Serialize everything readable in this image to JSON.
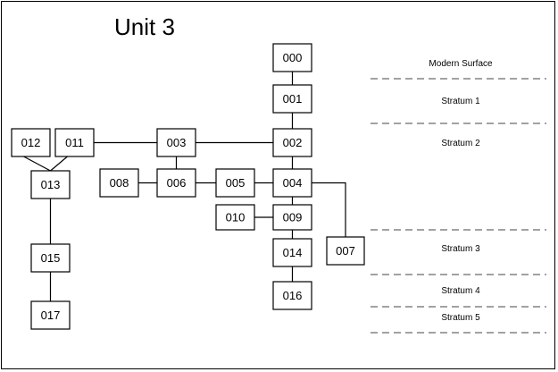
{
  "diagram": {
    "title": "Unit 3",
    "units": [
      {
        "id": "000",
        "label": "000"
      },
      {
        "id": "001",
        "label": "001"
      },
      {
        "id": "002",
        "label": "002"
      },
      {
        "id": "003",
        "label": "003"
      },
      {
        "id": "004",
        "label": "004"
      },
      {
        "id": "005",
        "label": "005"
      },
      {
        "id": "006",
        "label": "006"
      },
      {
        "id": "007",
        "label": "007"
      },
      {
        "id": "008",
        "label": "008"
      },
      {
        "id": "009",
        "label": "009"
      },
      {
        "id": "010",
        "label": "010"
      },
      {
        "id": "011",
        "label": "011"
      },
      {
        "id": "012",
        "label": "012"
      },
      {
        "id": "013",
        "label": "013"
      },
      {
        "id": "014",
        "label": "014"
      },
      {
        "id": "015",
        "label": "015"
      },
      {
        "id": "016",
        "label": "016"
      },
      {
        "id": "017",
        "label": "017"
      }
    ],
    "edges": [
      [
        "000",
        "001"
      ],
      [
        "001",
        "002"
      ],
      [
        "002",
        "003"
      ],
      [
        "003",
        "011"
      ],
      [
        "003",
        "006"
      ],
      [
        "006",
        "008"
      ],
      [
        "006",
        "005"
      ],
      [
        "005",
        "004"
      ],
      [
        "002",
        "004"
      ],
      [
        "004",
        "009"
      ],
      [
        "004",
        "007"
      ],
      [
        "009",
        "010"
      ],
      [
        "009",
        "014"
      ],
      [
        "014",
        "016"
      ],
      [
        "012",
        "013"
      ],
      [
        "011",
        "013"
      ],
      [
        "013",
        "015"
      ],
      [
        "015",
        "017"
      ]
    ],
    "strata": [
      {
        "label": "Modern Surface"
      },
      {
        "label": "Stratum 1"
      },
      {
        "label": "Stratum 2"
      },
      {
        "label": "Stratum 3"
      },
      {
        "label": "Stratum 4"
      },
      {
        "label": "Stratum 5"
      }
    ]
  }
}
